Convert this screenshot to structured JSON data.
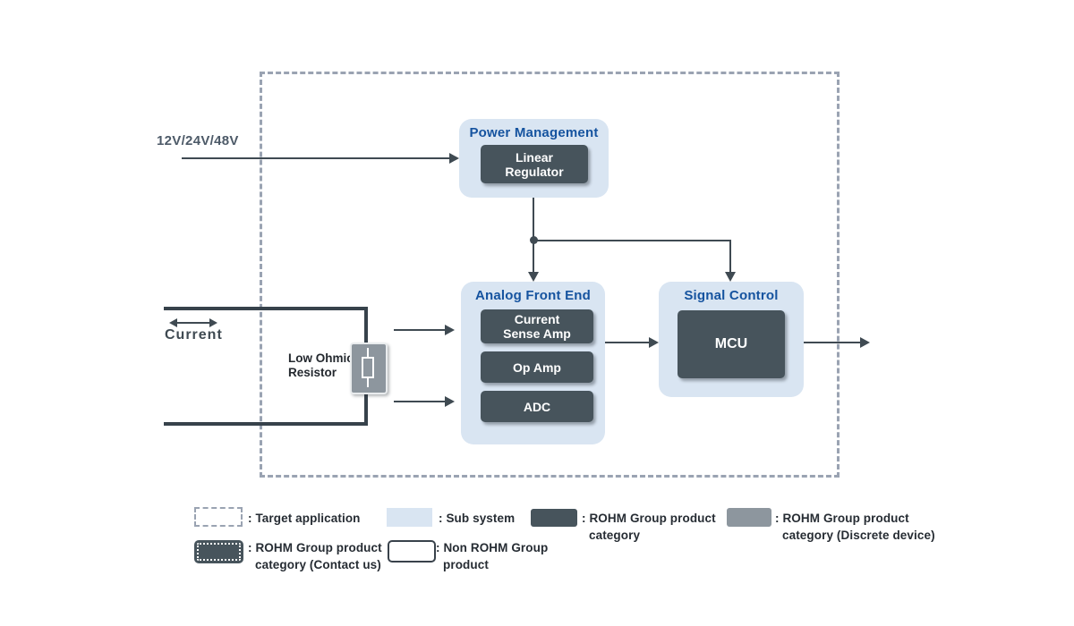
{
  "colors": {
    "subsystem_bg": "#d9e5f2",
    "product_dark": "#47545c",
    "product_gray_discrete": "#8d969e",
    "title_blue": "#15539f",
    "connector_line": "#3f4a52",
    "dashed_frame": "#9aa3b2"
  },
  "labels": {
    "input_voltage": "12V/24V/48V",
    "current": "Current",
    "low_ohmic_resistor": [
      "Low Ohmic",
      "Resistor"
    ]
  },
  "subsystems": {
    "power_management": {
      "title": "Power Management",
      "products": {
        "linear_regulator": [
          "Linear",
          "Regulator"
        ]
      }
    },
    "analog_front_end": {
      "title": "Analog Front End",
      "products": {
        "current_sense_amp": [
          "Current",
          "Sense Amp"
        ],
        "op_amp": [
          "Op Amp"
        ],
        "adc": [
          "ADC"
        ]
      }
    },
    "signal_control": {
      "title": "Signal Control",
      "products": {
        "mcu": [
          "MCU"
        ]
      }
    }
  },
  "legend": {
    "target_application": {
      "line1": ": Target application"
    },
    "rohm_contact_us": {
      "line1": ": ROHM Group product",
      "line2": "category (Contact us)"
    },
    "sub_system": {
      "line1": ": Sub system"
    },
    "non_rohm": {
      "line1": ": Non ROHM Group",
      "line2": "product"
    },
    "rohm_category": {
      "line1": ": ROHM Group product",
      "line2": "category"
    },
    "rohm_discrete": {
      "line1": ": ROHM Group product",
      "line2": "category (Discrete device)"
    }
  }
}
